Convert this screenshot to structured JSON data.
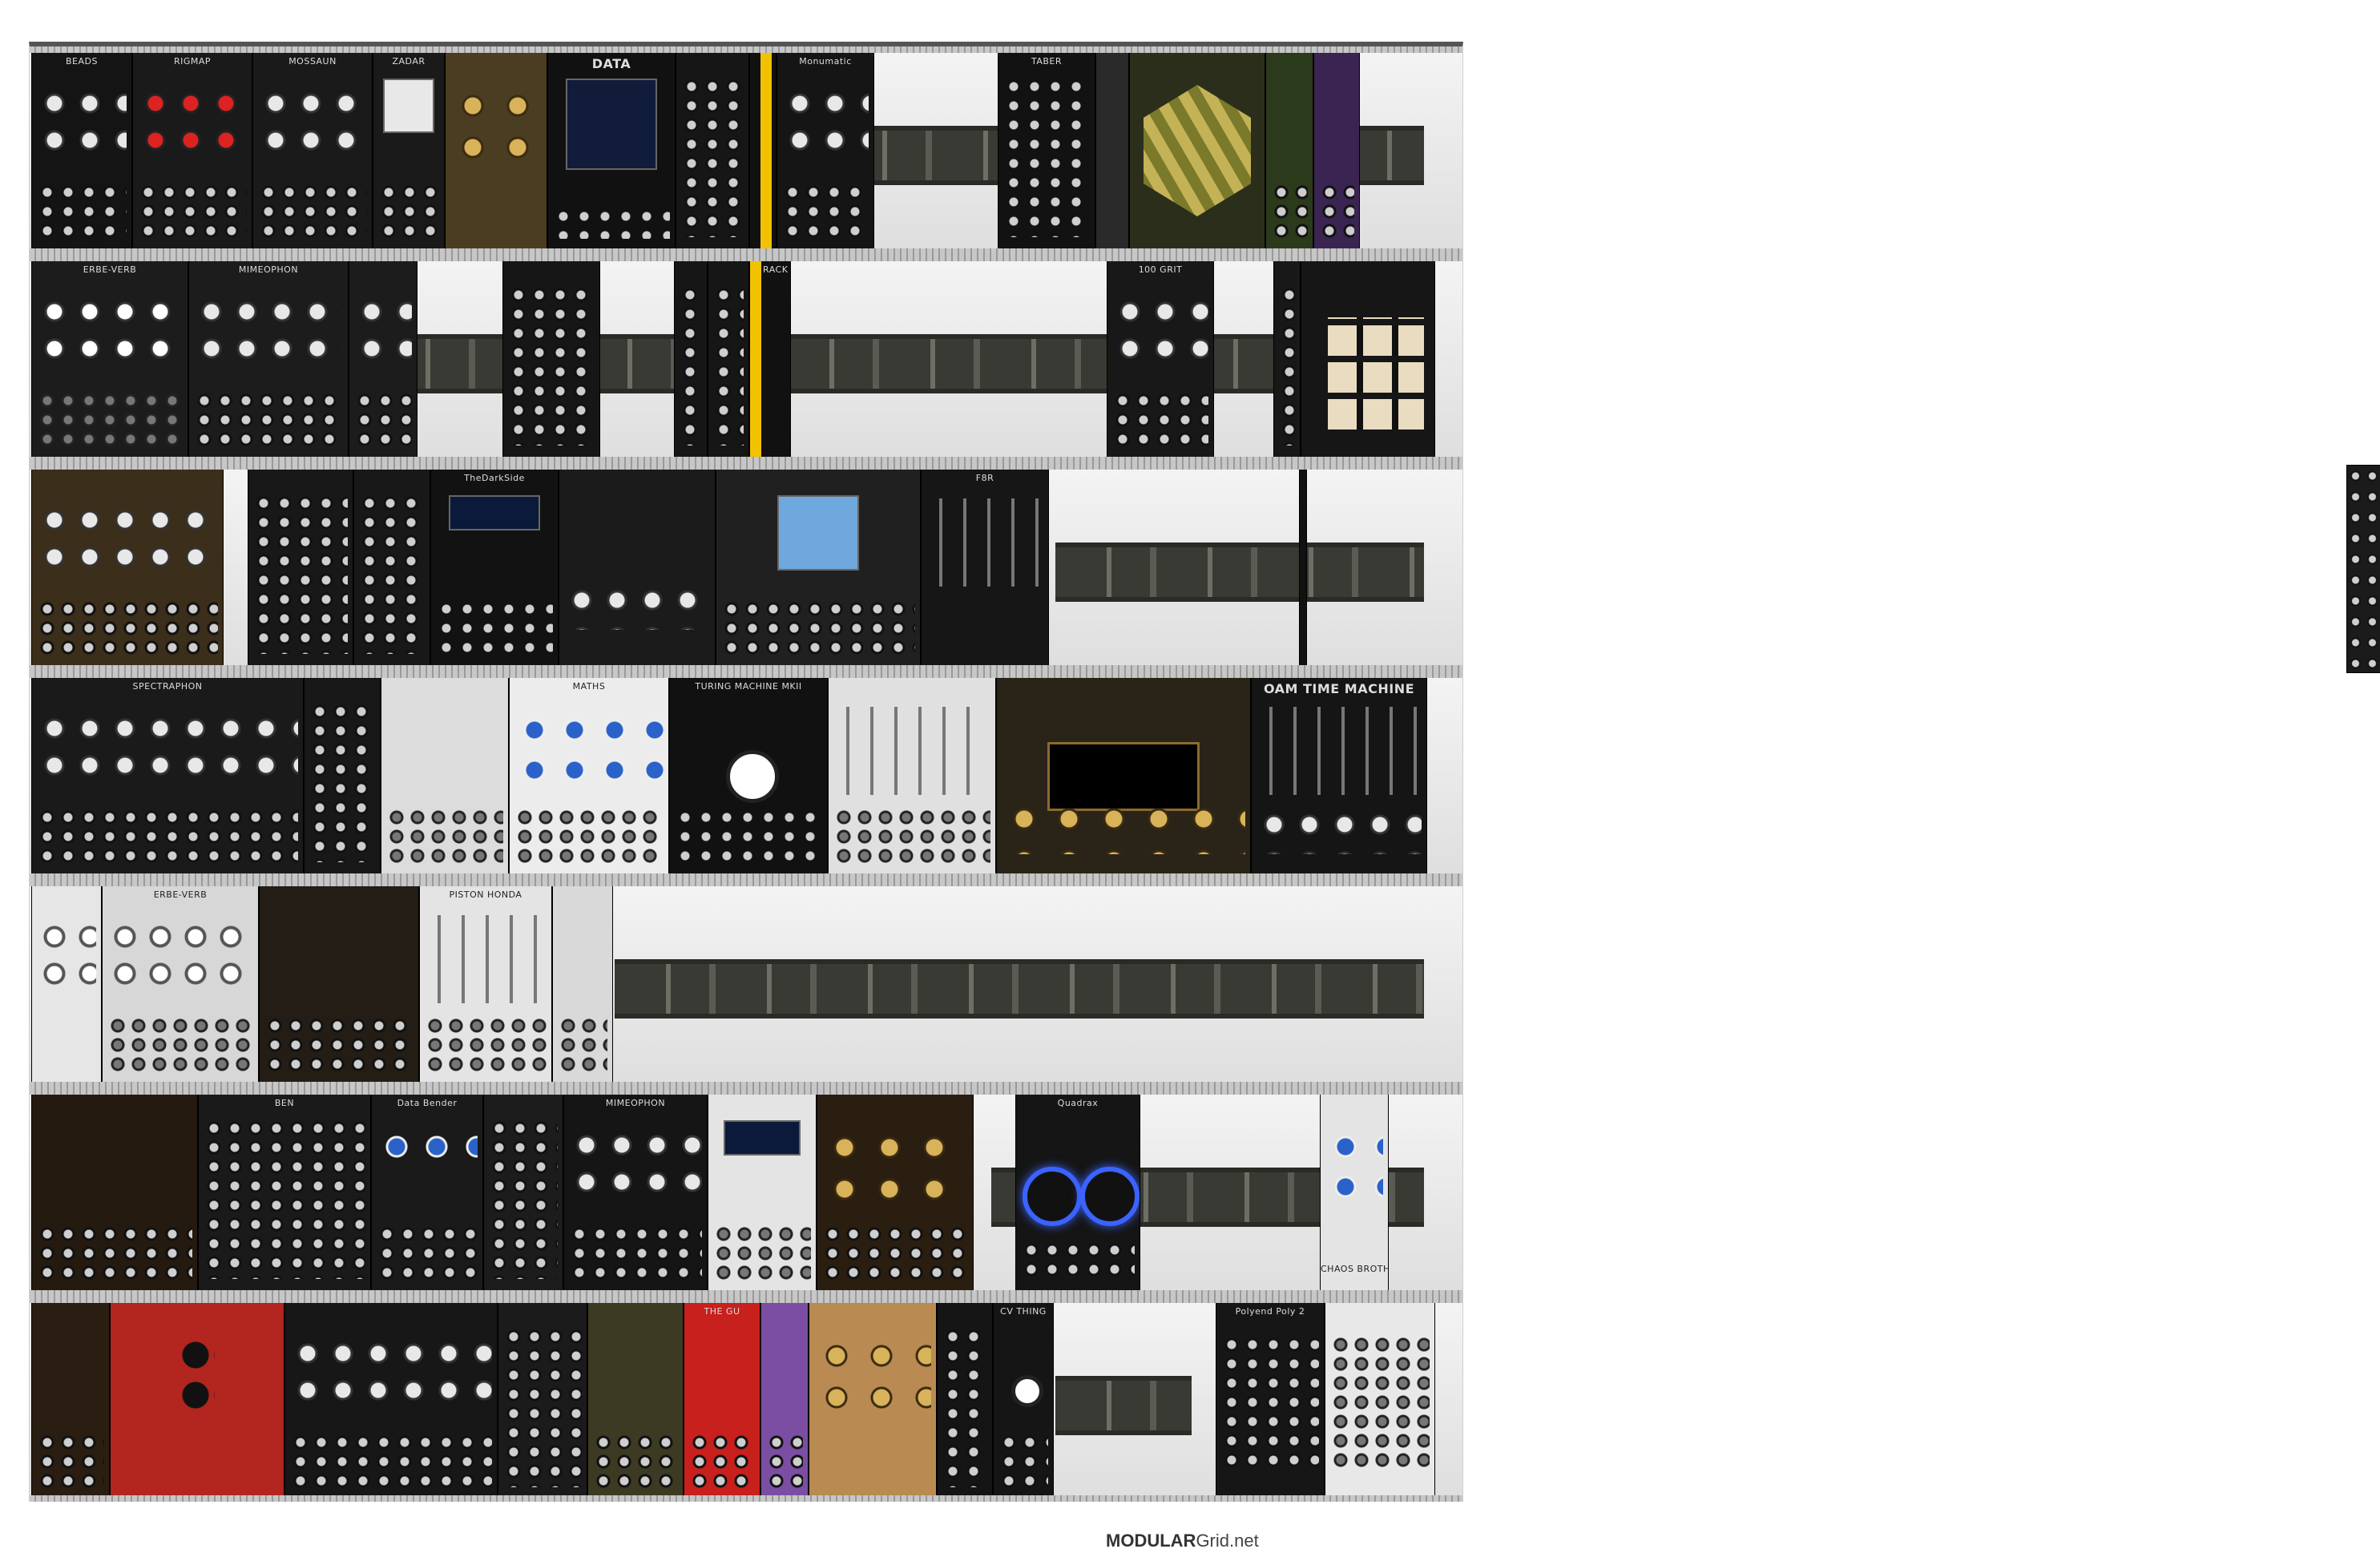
{
  "footer": {
    "brand_bold": "MODULAR",
    "brand_rest": "Grid.net"
  },
  "colors": {
    "accent_yellow": "#f2c200",
    "knob_red": "#d22222",
    "knob_blue": "#2a62c9",
    "brass": "#d9b35a",
    "busboard": "#3a3a35"
  },
  "rows": [
    {
      "name": "row-1",
      "modules": [
        {
          "label": "BEADS",
          "style": "dark",
          "feature": "knobs"
        },
        {
          "label": "RIGMAP",
          "style": "dark",
          "feature": "red"
        },
        {
          "label": "MOSSAUN",
          "style": "dark",
          "feature": "knobs"
        },
        {
          "label": "ZADAR",
          "style": "dark",
          "feature": "screen"
        },
        {
          "label": "",
          "style": "brown",
          "feature": "knobs"
        },
        {
          "label": "DATA",
          "style": "dark",
          "feature": "screen"
        },
        {
          "label": "",
          "style": "dark",
          "feature": "jacks"
        },
        {
          "label": "",
          "style": "dark",
          "feature": "stripe"
        },
        {
          "label": "Monumatic",
          "style": "dark",
          "feature": "knobs"
        },
        {
          "label": "TABER",
          "style": "dark",
          "feature": "jacks"
        },
        {
          "label": "",
          "style": "dark",
          "feature": "knobs"
        },
        {
          "label": "",
          "style": "olive",
          "feature": "medal"
        },
        {
          "label": "",
          "style": "dark",
          "feature": "jacks"
        },
        {
          "label": "",
          "style": "purple",
          "feature": "jacks"
        }
      ]
    },
    {
      "name": "row-2",
      "modules": [
        {
          "label": "ERBE-VERB",
          "style": "dark",
          "feature": "knobs"
        },
        {
          "label": "MIMEOPHON",
          "style": "dark",
          "feature": "knobs"
        },
        {
          "label": "",
          "style": "dark",
          "feature": "knobs"
        },
        {
          "label": "",
          "style": "dark",
          "feature": "jacks"
        },
        {
          "label": "",
          "style": "dark",
          "feature": "jacks"
        },
        {
          "label": "",
          "style": "dark",
          "feature": "jacks"
        },
        {
          "label": "RACK BRUTE",
          "style": "dark",
          "feature": "stripe"
        },
        {
          "label": "100 GRIT",
          "style": "dark",
          "feature": "knobs"
        },
        {
          "label": "",
          "style": "dark",
          "feature": "jacks"
        },
        {
          "label": "",
          "style": "dark",
          "feature": "pads"
        }
      ]
    },
    {
      "name": "row-3",
      "modules": [
        {
          "label": "",
          "style": "brown",
          "feature": "knobs"
        },
        {
          "label": "",
          "style": "dark",
          "feature": "jacks"
        },
        {
          "label": "",
          "style": "dark",
          "feature": "jacks"
        },
        {
          "label": "TheDarkSide",
          "style": "dark",
          "feature": "screen"
        },
        {
          "label": "",
          "style": "dark",
          "feature": "knobs"
        },
        {
          "label": "",
          "style": "dark",
          "feature": "screen"
        },
        {
          "label": "F8R",
          "style": "dark",
          "feature": "faders"
        }
      ]
    },
    {
      "name": "row-4",
      "modules": [
        {
          "label": "SPECTRAPHON",
          "style": "dark",
          "feature": "knobs"
        },
        {
          "label": "",
          "style": "dark",
          "feature": "jacks"
        },
        {
          "label": "",
          "style": "light",
          "feature": "jacks"
        },
        {
          "label": "MATHS",
          "style": "light",
          "feature": "blue"
        },
        {
          "label": "TURING MACHINE MKII",
          "style": "dark",
          "feature": "bigknob"
        },
        {
          "label": "",
          "style": "light",
          "feature": "faders"
        },
        {
          "label": "",
          "style": "brown",
          "feature": "gold"
        },
        {
          "label": "OAM TIME MACHINE",
          "style": "dark",
          "feature": "faders"
        }
      ]
    },
    {
      "name": "row-5",
      "modules": [
        {
          "label": "",
          "style": "light",
          "feature": "knobs"
        },
        {
          "label": "ERBE-VERB",
          "style": "light",
          "feature": "knobs"
        },
        {
          "label": "",
          "style": "dark",
          "feature": "jacks"
        },
        {
          "label": "PISTON HONDA",
          "style": "light",
          "feature": "faders"
        },
        {
          "label": "",
          "style": "light",
          "feature": "jacks"
        }
      ]
    },
    {
      "name": "row-6",
      "modules": [
        {
          "label": "",
          "style": "brown",
          "feature": "jacks"
        },
        {
          "label": "BEN",
          "style": "dark",
          "feature": "jacks"
        },
        {
          "label": "Data Bender",
          "style": "dark",
          "feature": "blue"
        },
        {
          "label": "",
          "style": "dark",
          "feature": "jacks"
        },
        {
          "label": "MIMEOPHON",
          "style": "dark",
          "feature": "knobs"
        },
        {
          "label": "",
          "style": "light",
          "feature": "screen"
        },
        {
          "label": "",
          "style": "brown",
          "feature": "gold"
        },
        {
          "label": "Quadrax",
          "style": "dark",
          "feature": "ring"
        },
        {
          "label": "CHAOS BROTHER",
          "style": "light",
          "feature": "blue"
        }
      ]
    },
    {
      "name": "row-7",
      "modules": [
        {
          "label": "",
          "style": "brown",
          "feature": "jacks"
        },
        {
          "label": "",
          "style": "red",
          "feature": "knobs"
        },
        {
          "label": "",
          "style": "dark",
          "feature": "knobs"
        },
        {
          "label": "",
          "style": "dark",
          "feature": "jacks"
        },
        {
          "label": "",
          "style": "olive",
          "feature": "jacks"
        },
        {
          "label": "THE GU",
          "style": "red",
          "feature": "jacks"
        },
        {
          "label": "",
          "style": "purple",
          "feature": "jacks"
        },
        {
          "label": "",
          "style": "wood",
          "feature": "knobs"
        },
        {
          "label": "",
          "style": "dark",
          "feature": "jacks"
        },
        {
          "label": "CV THING",
          "style": "dark",
          "feature": "jacks"
        },
        {
          "label": "Polyend Poly 2",
          "style": "dark",
          "feature": "jacks"
        },
        {
          "label": "",
          "style": "light",
          "feature": "jacks"
        }
      ]
    }
  ]
}
